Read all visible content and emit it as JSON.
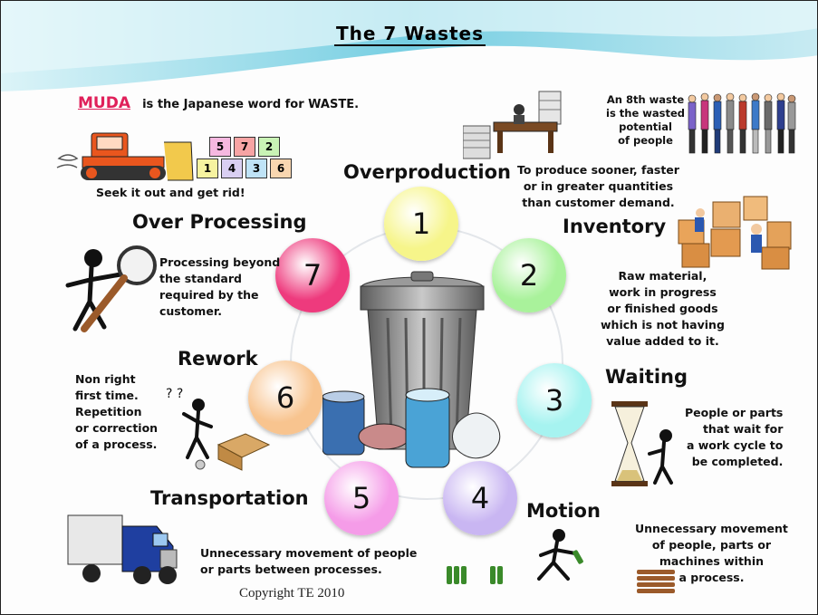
{
  "title": "The 7 Wastes",
  "muda": {
    "word": "MUDA",
    "rest": "is the Japanese word for WASTE.",
    "tagline": "Seek it out and get rid!",
    "boxes_top": [
      "5",
      "7",
      "2"
    ],
    "boxes_bottom": [
      "1",
      "4",
      "3",
      "6"
    ]
  },
  "eighth_waste": [
    "An 8th waste",
    "is the wasted",
    "potential",
    "of people"
  ],
  "wastes": [
    {
      "number": "1",
      "name": "Overproduction",
      "desc": [
        "To produce sooner, faster",
        "or in greater quantities",
        "than customer demand."
      ],
      "color": "#f6f58a"
    },
    {
      "number": "2",
      "name": "Inventory",
      "desc": [
        "Raw material,",
        "work in progress",
        "or finished goods",
        "which is not having",
        "value added to it."
      ],
      "color": "#a9f29b"
    },
    {
      "number": "3",
      "name": "Waiting",
      "desc": [
        "People or parts",
        "that wait for",
        "a work cycle to",
        "be completed."
      ],
      "color": "#a6f3f0"
    },
    {
      "number": "4",
      "name": "Motion",
      "desc": [
        "Unnecessary movement",
        "of people, parts or",
        "machines within",
        "a process."
      ],
      "color": "#c9b6f2"
    },
    {
      "number": "5",
      "name": "Transportation",
      "desc": [
        "Unnecessary movement of people",
        "or parts between processes."
      ],
      "color": "#f59ce8"
    },
    {
      "number": "6",
      "name": "Rework",
      "desc": [
        "Non right",
        "first time.",
        "Repetition",
        "or correction",
        "of a process."
      ],
      "color": "#f8c48f"
    },
    {
      "number": "7",
      "name": "Over Processing",
      "desc": [
        "Processing beyond",
        "the standard",
        "required by the",
        "customer."
      ],
      "color": "#ee3a7d"
    }
  ],
  "footer": "Copyright TE 2010"
}
